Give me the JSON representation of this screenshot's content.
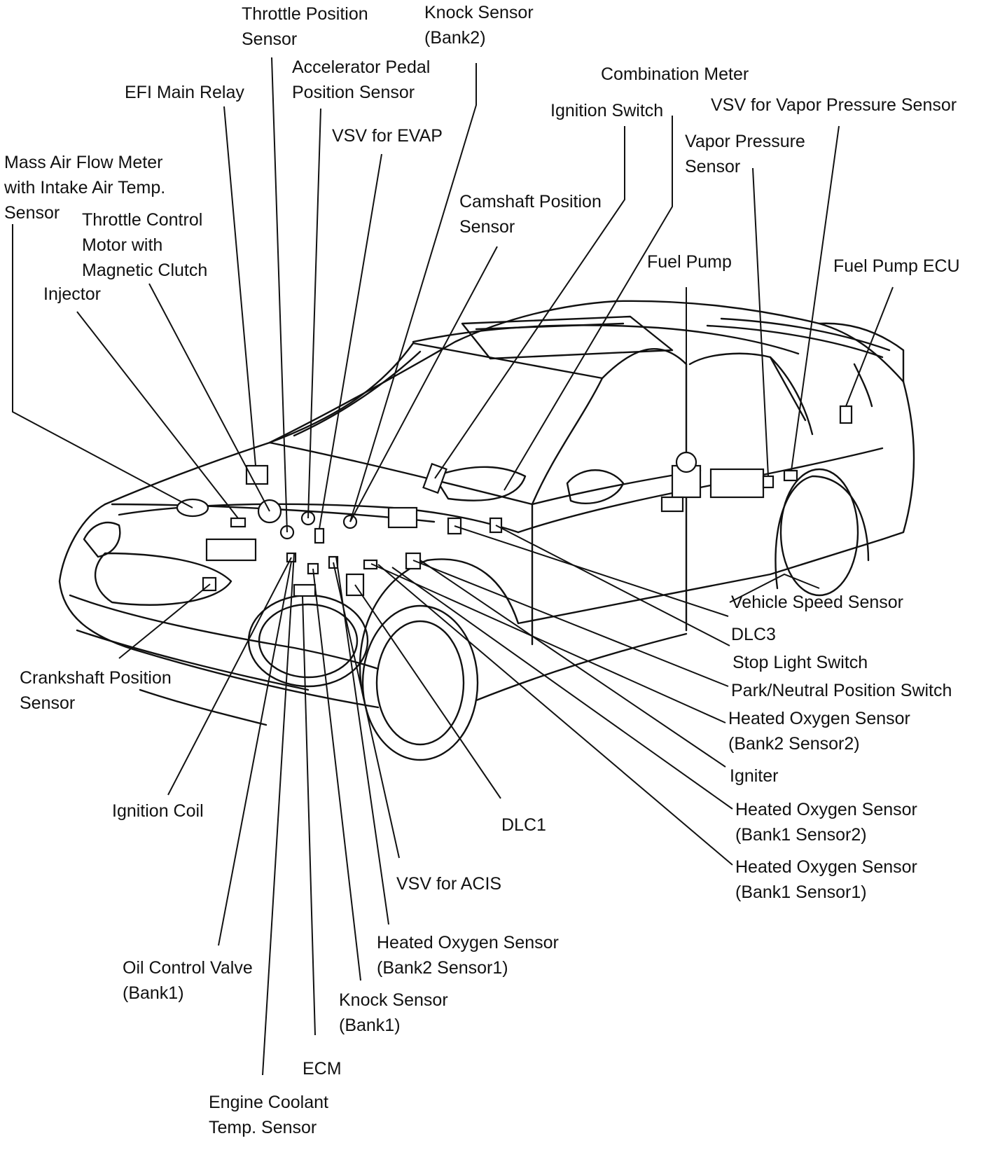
{
  "labels": {
    "throttle_position_sensor": [
      "Throttle Position",
      "Sensor"
    ],
    "knock_sensor_bank2": [
      "Knock Sensor",
      "(Bank2)"
    ],
    "accelerator_pedal_position_sensor": [
      "Accelerator Pedal",
      "Position Sensor"
    ],
    "combination_meter": [
      "Combination Meter"
    ],
    "efi_main_relay": [
      "EFI Main Relay"
    ],
    "ignition_switch": [
      "Ignition Switch"
    ],
    "vsv_for_vapor_pressure_sensor": [
      "VSV for Vapor Pressure Sensor"
    ],
    "vsv_for_evap": [
      "VSV for EVAP"
    ],
    "vapor_pressure_sensor": [
      "Vapor Pressure",
      "Sensor"
    ],
    "mass_air_flow_meter": [
      "Mass Air Flow Meter",
      "with Intake Air Temp.",
      "Sensor"
    ],
    "camshaft_position_sensor": [
      "Camshaft Position",
      "Sensor"
    ],
    "throttle_control_motor": [
      "Throttle Control",
      "Motor with",
      "Magnetic Clutch"
    ],
    "fuel_pump": [
      "Fuel Pump"
    ],
    "fuel_pump_ecu": [
      "Fuel Pump ECU"
    ],
    "injector": [
      "Injector"
    ],
    "vehicle_speed_sensor": [
      "Vehicle Speed Sensor"
    ],
    "dlc3": [
      "DLC3"
    ],
    "stop_light_switch": [
      "Stop Light Switch"
    ],
    "crankshaft_position_sensor": [
      "Crankshaft Position",
      "Sensor"
    ],
    "park_neutral_position_switch": [
      "Park/Neutral Position Switch"
    ],
    "heated_oxygen_sensor_b2s2": [
      "Heated Oxygen Sensor",
      "(Bank2 Sensor2)"
    ],
    "igniter": [
      "Igniter"
    ],
    "ignition_coil": [
      "Ignition Coil"
    ],
    "heated_oxygen_sensor_b1s2": [
      "Heated Oxygen Sensor",
      "(Bank1 Sensor2)"
    ],
    "dlc1": [
      "DLC1"
    ],
    "heated_oxygen_sensor_b1s1": [
      "Heated Oxygen Sensor",
      "(Bank1 Sensor1)"
    ],
    "vsv_for_acis": [
      "VSV for ACIS"
    ],
    "heated_oxygen_sensor_b2s1": [
      "Heated Oxygen Sensor",
      "(Bank2 Sensor1)"
    ],
    "oil_control_valve_bank1": [
      "Oil Control Valve",
      "(Bank1)"
    ],
    "knock_sensor_bank1": [
      "Knock Sensor",
      "(Bank1)"
    ],
    "ecm": [
      "ECM"
    ],
    "engine_coolant_temp_sensor": [
      "Engine Coolant",
      "Temp. Sensor"
    ]
  }
}
